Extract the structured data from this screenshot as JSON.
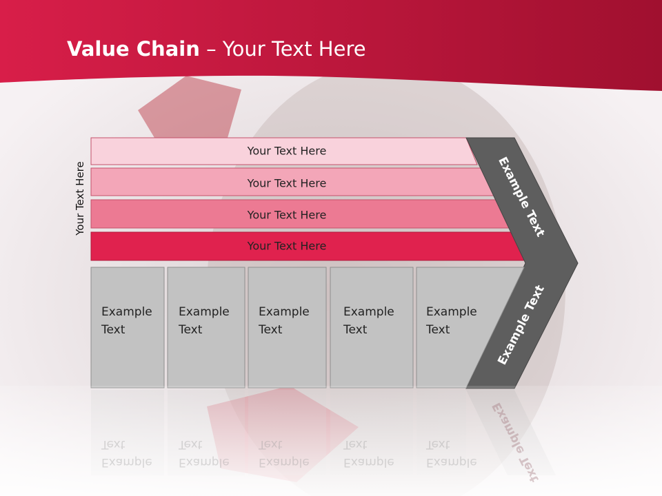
{
  "title": {
    "bold": "Value Chain",
    "rest": " – Your Text Here"
  },
  "side_label": "Your Text Here",
  "bars": [
    {
      "label": "Your Text Here",
      "color": "#f9d2dc"
    },
    {
      "label": "Your Text Here",
      "color": "#f3a6b8"
    },
    {
      "label": "Your Text Here",
      "color": "#ec7a93"
    },
    {
      "label": "Your Text Here",
      "color": "#e0224e"
    }
  ],
  "boxes": [
    {
      "line1": "Example",
      "line2": "Text"
    },
    {
      "line1": "Example",
      "line2": "Text"
    },
    {
      "line1": "Example",
      "line2": "Text"
    },
    {
      "line1": "Example",
      "line2": "Text"
    },
    {
      "line1": "Example",
      "line2": "Text"
    }
  ],
  "arrow": {
    "upper_label": "Example Text",
    "lower_label": "Example Text",
    "color": "#5e5e5e"
  },
  "colors": {
    "header": "#c8173f",
    "box_fill": "#c2c2c2"
  }
}
